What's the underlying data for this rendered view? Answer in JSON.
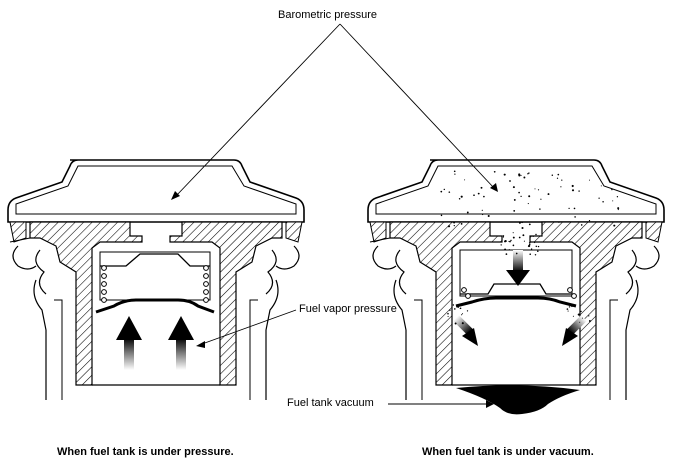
{
  "labels": {
    "barometric": "Barometric pressure",
    "vapor": "Fuel vapor pressure",
    "vacuum": "Fuel tank vacuum"
  },
  "captions": {
    "left": "When fuel tank is under pressure.",
    "right": "When fuel tank is under  vacuum."
  },
  "colors": {
    "ink": "#000000",
    "paper": "#ffffff"
  }
}
